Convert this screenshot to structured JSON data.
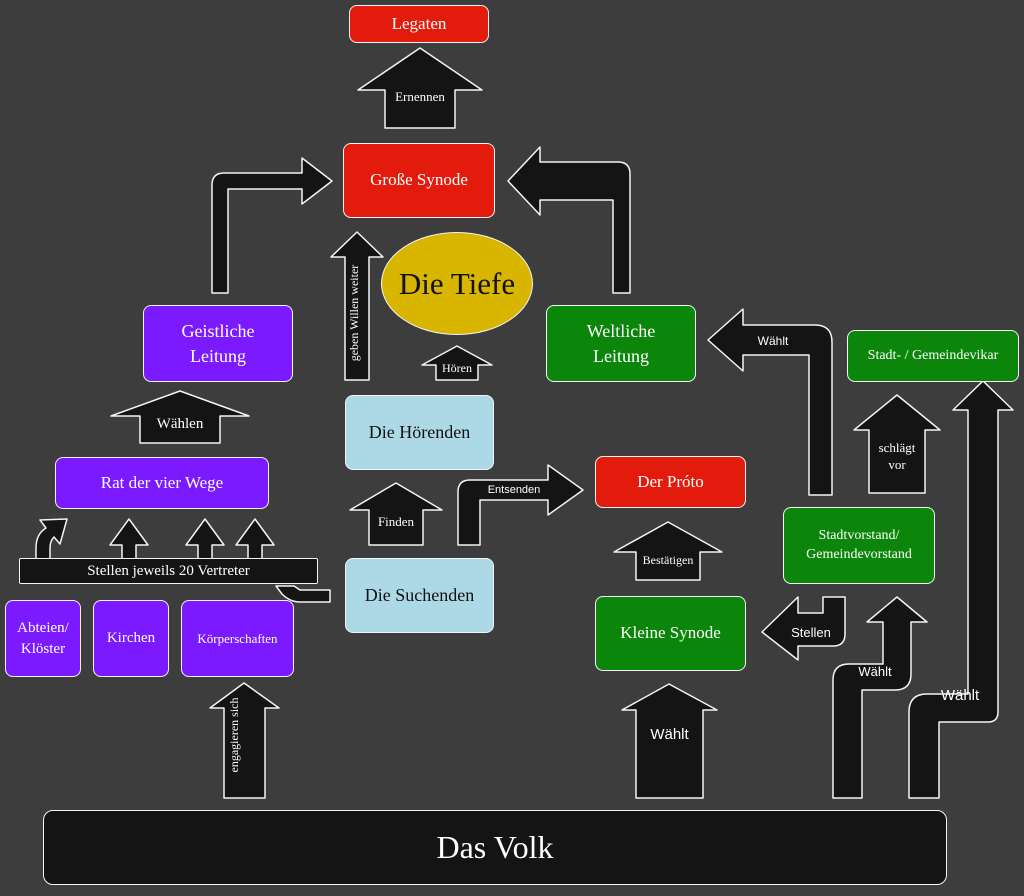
{
  "boxes": {
    "legaten": "Legaten",
    "grosse_synode": "Große Synode",
    "die_tiefe": "Die Tiefe",
    "geistliche_leitung": "Geistliche Leitung",
    "weltliche_leitung": "Weltliche Leitung",
    "gemeindevikar": "Stadt- / Gemeindevikar",
    "rat_der_vier_wege": "Rat der vier Wege",
    "die_hoerenden": "Die Hörenden",
    "der_proto": "Der Próto",
    "stadtvorstand": "Stadtvorstand/ Gemeindevorstand",
    "stellen_vertreter": "Stellen jeweils 20 Vertreter",
    "die_suchenden": "Die Suchenden",
    "abteien": "Abteien/ Klöster",
    "kirchen": "Kirchen",
    "koerperschaften": "Körperschaften",
    "kleine_synode": "Kleine Synode",
    "das_volk": "Das Volk"
  },
  "arrow_labels": {
    "ernennen": "Ernennen",
    "waehlen": "Wählen",
    "geben_willen_weiter": "geben Willen weiter",
    "hoeren": "Hören",
    "finden": "Finden",
    "entsenden": "Entsenden",
    "bestaetigen": "Bestätigen",
    "waehlt_weltliche": "Wählt",
    "schlaegt_vor": "schlägt vor",
    "stellen": "Stellen",
    "waehlt_kleine_synode": "Wählt",
    "waehlt_stadtvorstand": "Wählt",
    "waehlt_gemeindevikar": "Wählt",
    "engagieren_sich": "engagieren sich"
  }
}
